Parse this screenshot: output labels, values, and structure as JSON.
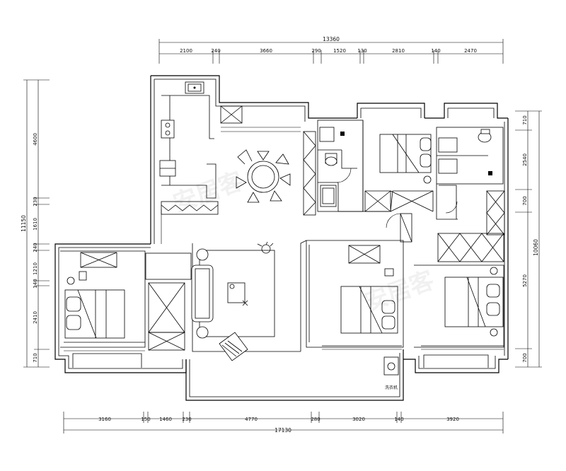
{
  "dimensions": {
    "top_total": "13360",
    "top_segments": [
      "2100",
      "240",
      "3660",
      "290",
      "1520",
      "130",
      "2810",
      "140",
      "2470"
    ],
    "bottom_total": "17130",
    "bottom_segments": [
      "3160",
      "150",
      "1460",
      "230",
      "4770",
      "280",
      "3020",
      "140",
      "3920"
    ],
    "left_total": "11150",
    "left_segments": [
      "4600",
      "230",
      "1610",
      "240",
      "1210",
      "140",
      "2410",
      "710"
    ],
    "right_total": "10060",
    "right_segments": [
      "710",
      "2540",
      "700",
      "5270",
      "700"
    ]
  },
  "labels": {
    "washing_machine": "洗衣机"
  },
  "watermark_text": "安居客",
  "colors": {
    "wall": "#000000",
    "background": "#ffffff"
  }
}
